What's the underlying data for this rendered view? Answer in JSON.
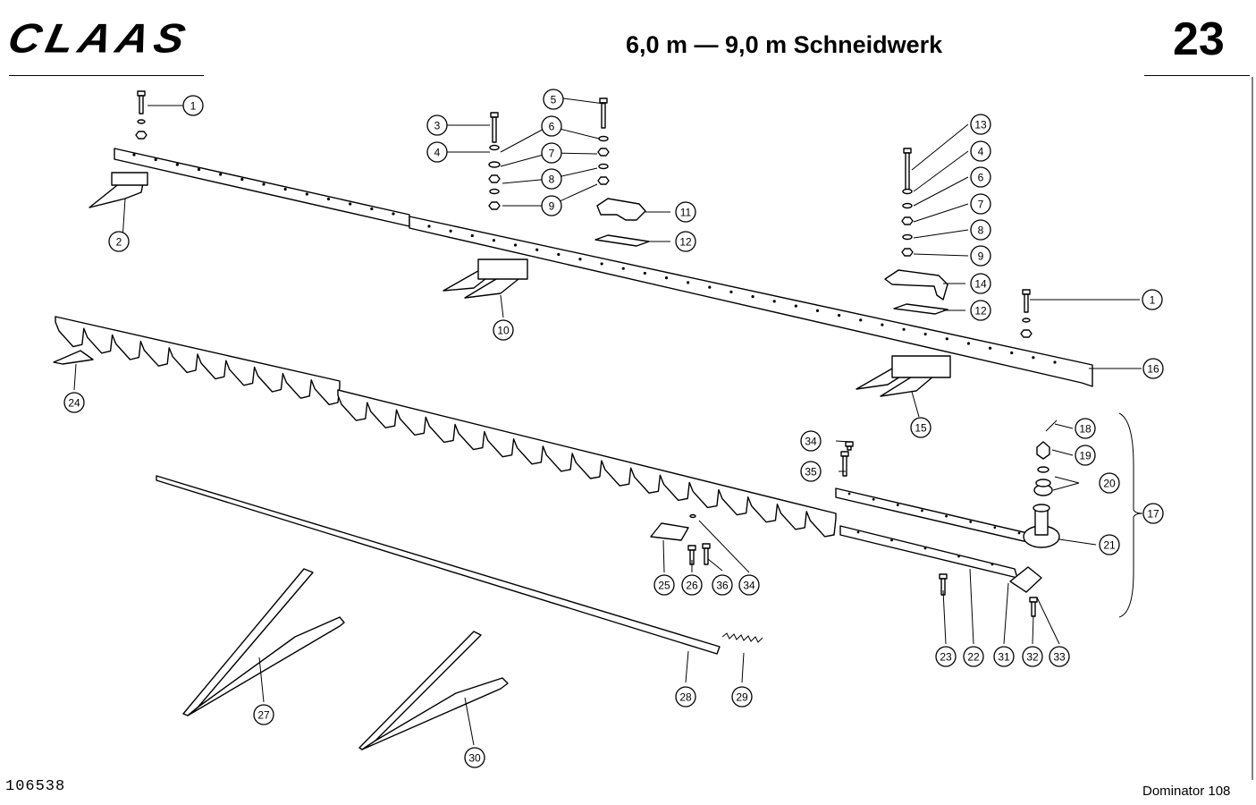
{
  "header": {
    "brand": "CLAAS",
    "title": "6,0 m — 9,0 m Schneidwerk",
    "page_number": "23"
  },
  "footer": {
    "document_number": "106538",
    "model": "Dominator 108"
  },
  "callouts": [
    "1",
    "2",
    "3",
    "4",
    "5",
    "6",
    "7",
    "8",
    "9",
    "10",
    "11",
    "12",
    "1",
    "13",
    "4",
    "6",
    "7",
    "8",
    "9",
    "14",
    "12",
    "15",
    "16",
    "17",
    "18",
    "19",
    "20",
    "21",
    "22",
    "23",
    "24",
    "25",
    "26",
    "27",
    "28",
    "29",
    "30",
    "31",
    "32",
    "33",
    "34",
    "34",
    "35",
    "36"
  ]
}
